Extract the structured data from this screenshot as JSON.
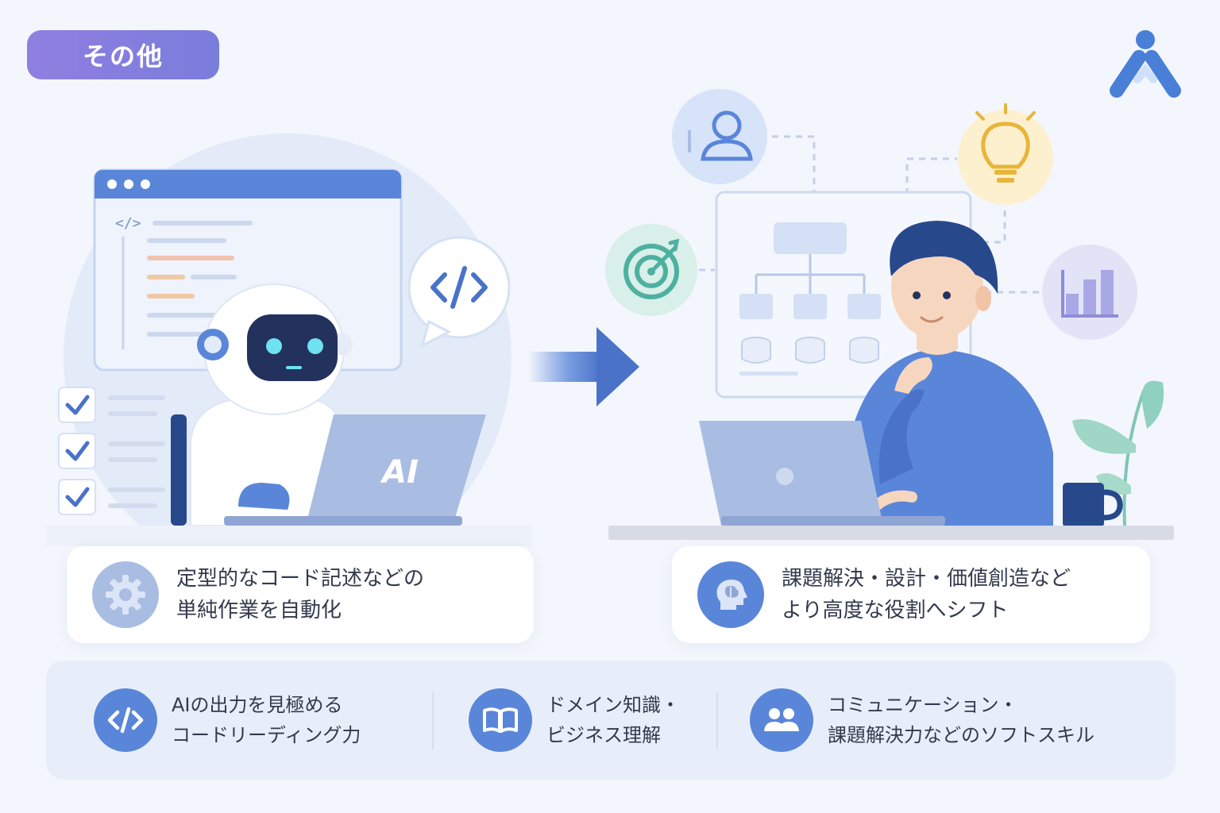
{
  "header": {
    "tag_label": "その他"
  },
  "left_scene": {
    "laptop_label": "AI",
    "code_icon_label": "</>"
  },
  "cards": {
    "left": {
      "line1": "定型的なコード記述などの",
      "line2": "単純作業を自動化"
    },
    "right": {
      "line1": "課題解決・設計・価値創造など",
      "line2": "より高度な役割へシフト"
    }
  },
  "skills": [
    {
      "line1": "AIの出力を見極める",
      "line2": "コードリーディング力",
      "icon": "code-icon"
    },
    {
      "line1": "ドメイン知識・",
      "line2": "ビジネス理解",
      "icon": "book-icon"
    },
    {
      "line1": "コミュニケーション・",
      "line2": "課題解決力などのソフトスキル",
      "icon": "people-icon"
    }
  ],
  "colors": {
    "accent": "#5a86d9",
    "tag": "#8a7fe0",
    "navy": "#27498c"
  }
}
